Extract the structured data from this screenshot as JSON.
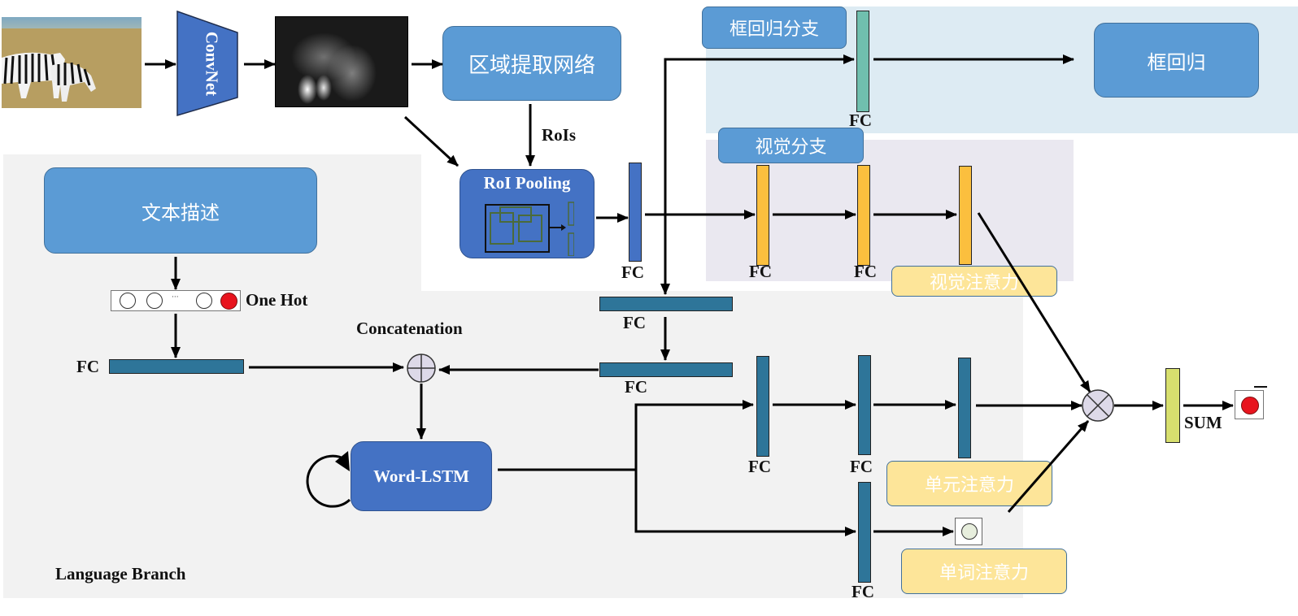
{
  "diagram": {
    "title": "Language-guided object detection architecture",
    "colors": {
      "box_blue": "#5b9bd5",
      "box_dark_blue": "#4472c4",
      "fc_teal": "#2e7599",
      "fc_orange": "#fbbf3e",
      "fc_green": "#70bfae",
      "fc_yellow": "#d7df6e",
      "attention_fill": "#fde599",
      "bbox_panel_bg": "#ddebf3",
      "visual_panel_bg": "#eae8f0",
      "language_panel_bg": "#f2f2f2",
      "one_hot_active": "#e8141e"
    },
    "input": {
      "image_icon": "zebra-photo",
      "convnet_label": "ConvNet",
      "feature_map_icon": "feature-map"
    },
    "rpn": {
      "label": "区域提取网络"
    },
    "rois_label": "RoIs",
    "roi_pooling": {
      "label": "RoI Pooling"
    },
    "bbox_branch": {
      "tag": "框回归分支",
      "fc_label": "FC",
      "output_label": "框回归"
    },
    "visual_branch": {
      "tag": "视觉分支",
      "fc_labels": [
        "FC",
        "FC"
      ],
      "attention_label": "视觉注意力"
    },
    "language_branch": {
      "panel_label": "Language Branch",
      "text_input": "文本描述",
      "one_hot_label": "One Hot",
      "one_hot_ellipsis": "···",
      "fc_label": "FC",
      "concat_label": "Concatenation",
      "lstm_label": "Word-LSTM"
    },
    "middle_fc_labels": [
      "FC",
      "FC",
      "FC"
    ],
    "unit_branch": {
      "fc_labels": [
        "FC",
        "FC"
      ],
      "attention_label": "单元注意力"
    },
    "word_branch": {
      "fc_label": "FC",
      "attention_label": "单词注意力"
    },
    "output": {
      "sum_label": "SUM"
    }
  }
}
